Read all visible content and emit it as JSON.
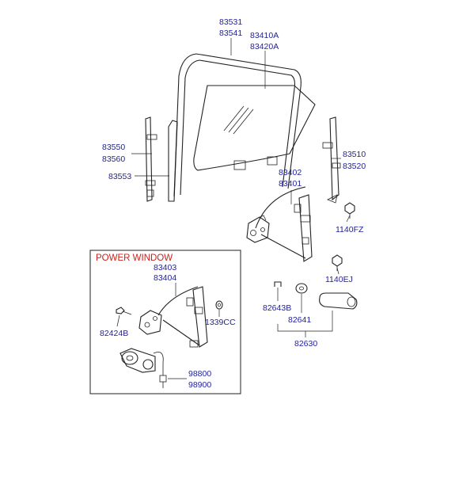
{
  "power_window": {
    "title": "POWER WINDOW"
  },
  "labels": {
    "l83531": "83531",
    "l83541": "83541",
    "l83410A": "83410A",
    "l83420A": "83420A",
    "l83550": "83550",
    "l83560": "83560",
    "l83553": "83553",
    "l83510": "83510",
    "l83520": "83520",
    "l83402": "83402",
    "l83401": "83401",
    "l1140FZ": "1140FZ",
    "l1140EJ": "1140EJ",
    "l83403": "83403",
    "l83404": "83404",
    "l82424B": "82424B",
    "l1339CC": "1339CC",
    "l98800": "98800",
    "l98900": "98900",
    "l82643B": "82643B",
    "l82641": "82641",
    "l82630": "82630"
  }
}
